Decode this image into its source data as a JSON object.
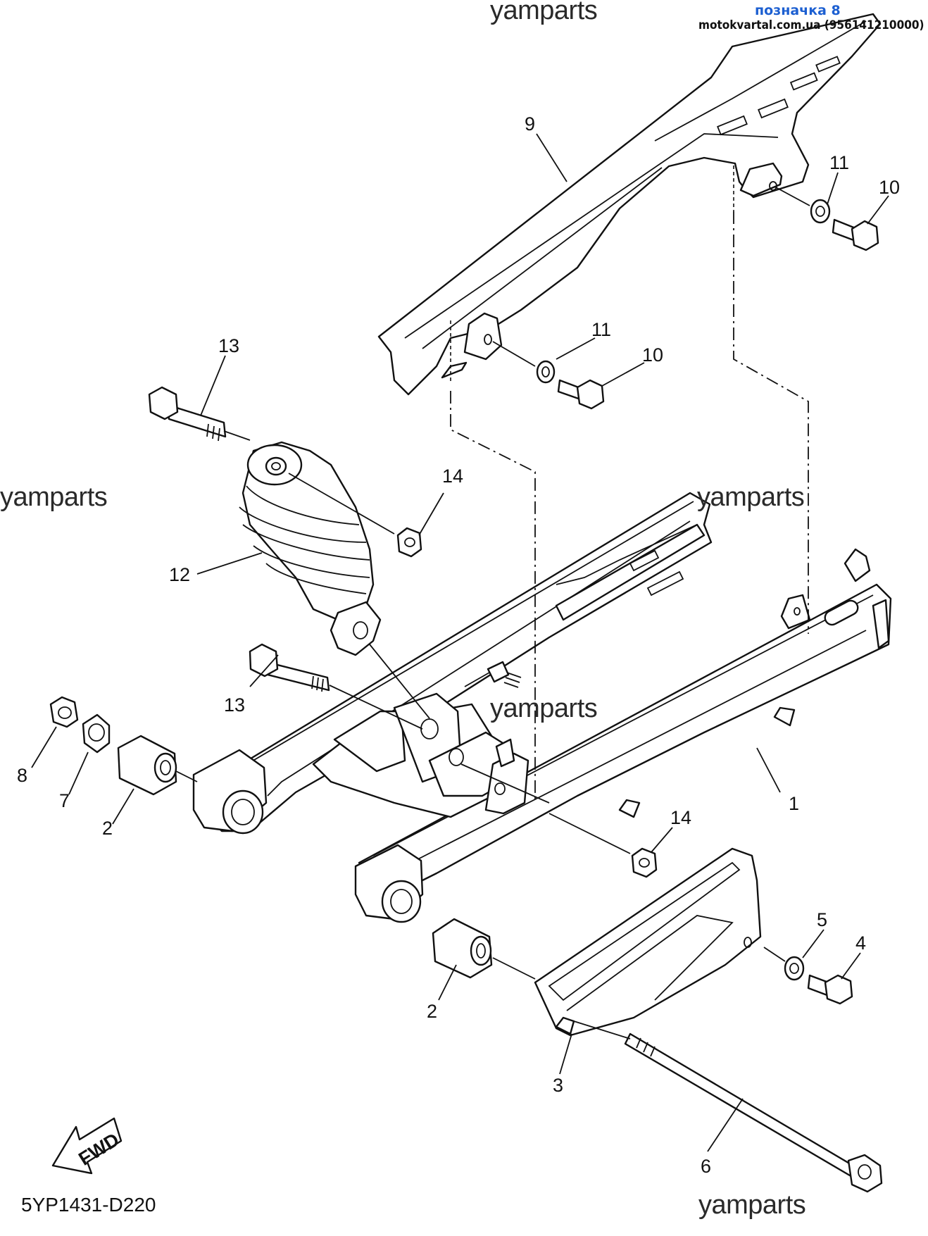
{
  "header": {
    "label_tag": "позначка 8",
    "source_line": "motokvartal.com.ua (956141210000)"
  },
  "watermarks": [
    "yamparts",
    "yamparts",
    "yamparts",
    "yamparts",
    "yamparts"
  ],
  "diagram_code": "5YP1431-D220",
  "fwd_label": "FWD",
  "callouts": [
    "9",
    "11",
    "10",
    "11",
    "10",
    "13",
    "14",
    "12",
    "13",
    "8",
    "7",
    "2",
    "14",
    "1",
    "5",
    "4",
    "2",
    "3",
    "6"
  ]
}
